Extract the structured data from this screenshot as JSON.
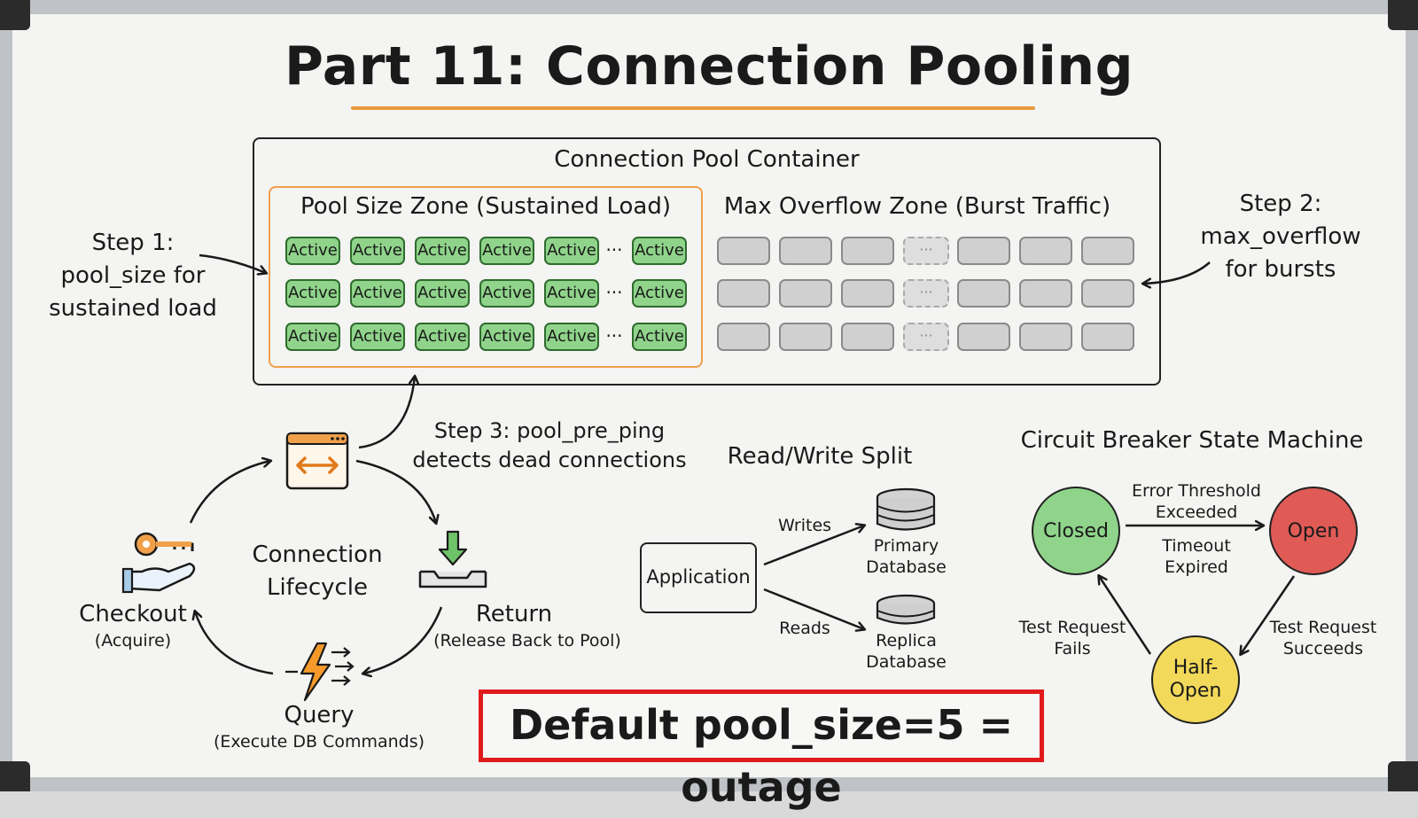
{
  "title": "Part 11: Connection Pooling",
  "pool_container": {
    "label": "Connection Pool Container",
    "pool_zone_label": "Pool Size Zone (Sustained Load)",
    "overflow_zone_label": "Max Overflow Zone (Burst Traffic)",
    "active_label": "Active",
    "ellipsis": "···",
    "overflow_ellipsis": "···"
  },
  "steps": {
    "step1": [
      "Step 1:",
      "pool_size for",
      "sustained load"
    ],
    "step2": [
      "Step 2:",
      "max_overflow",
      "for bursts"
    ],
    "step3": [
      "Step 3: pool_pre_ping",
      "detects dead connections"
    ]
  },
  "lifecycle": {
    "center": [
      "Connection",
      "Lifecycle"
    ],
    "checkout": "Checkout",
    "checkout_sub": "(Acquire)",
    "return": "Return",
    "return_sub": "(Release Back to Pool)",
    "query": "Query",
    "query_sub": "(Execute DB Commands)"
  },
  "rw_split": {
    "title": "Read/Write Split",
    "application": "Application",
    "writes": "Writes",
    "reads": "Reads",
    "primary": [
      "Primary",
      "Database"
    ],
    "replica": [
      "Replica",
      "Database"
    ]
  },
  "circuit_breaker": {
    "title": "Circuit Breaker State Machine",
    "closed": "Closed",
    "open": "Open",
    "half_open": [
      "Half-",
      "Open"
    ],
    "error_threshold": [
      "Error Threshold",
      "Exceeded"
    ],
    "timeout": [
      "Timeout",
      "Expired"
    ],
    "test_fails": [
      "Test Request",
      "Fails"
    ],
    "test_succeeds": [
      "Test Request",
      "Succeeds"
    ],
    "colors": {
      "closed": "#8fd48a",
      "open": "#e05a56",
      "half_open": "#f2d95a"
    }
  },
  "banner": "Default pool_size=5 = outage"
}
